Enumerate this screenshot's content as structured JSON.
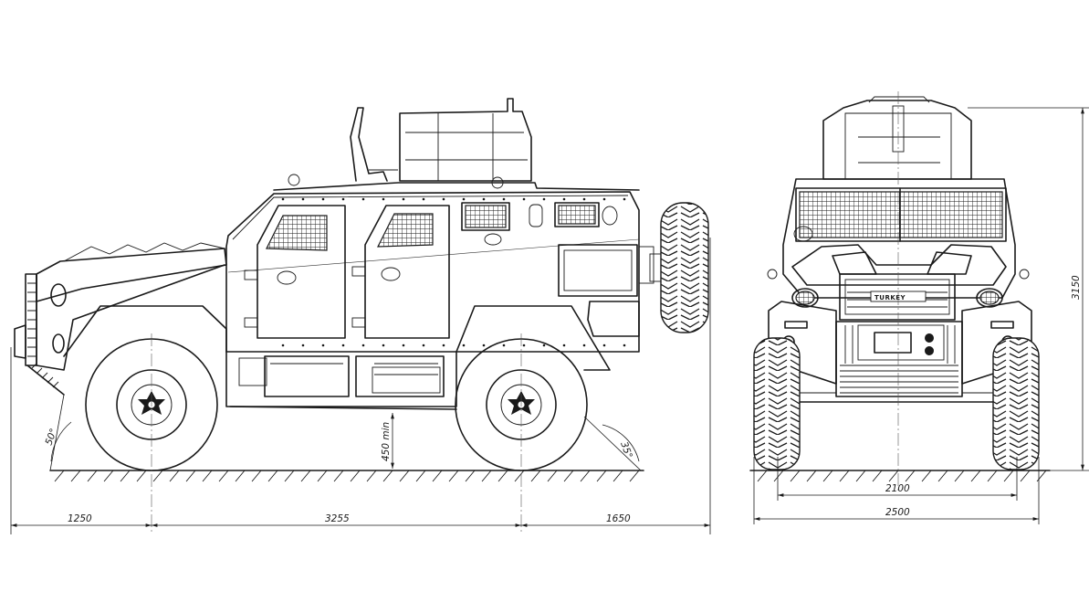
{
  "side_view": {
    "dimensions": {
      "front_overhang": "1250",
      "wheelbase": "3255",
      "rear_overhang": "1650",
      "ground_clearance": "450 min",
      "approach_angle": "50°",
      "departure_angle": "35°"
    }
  },
  "front_view": {
    "dimensions": {
      "overall_height": "3150",
      "track": "2100",
      "overall_width": "2500"
    },
    "grille_badge": "TURKEY"
  }
}
